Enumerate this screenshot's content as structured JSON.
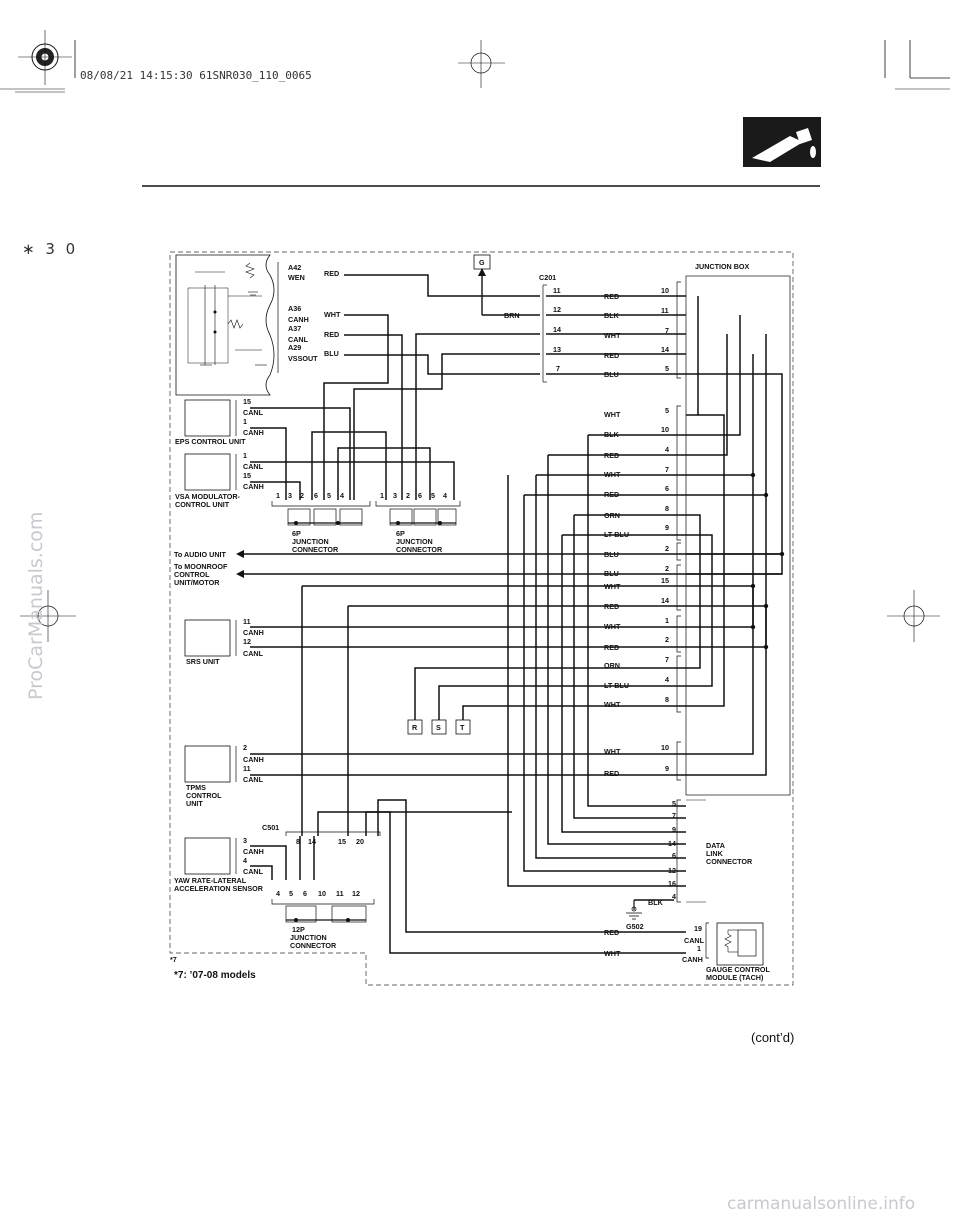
{
  "header": {
    "timestamp_code": "08/08/21 14:15:30 61SNR030_110_0065",
    "page_marker": "∗ 3 0",
    "cont_label": "(cont’d)"
  },
  "watermarks": {
    "side": "ProCarManuals.com",
    "bottom": "carmanualsonline.info"
  },
  "diagram": {
    "footnote_marker": "*7",
    "footnote": "*7: ’07-08 models",
    "components": {
      "eps": "EPS CONTROL UNIT",
      "vsa_1": "VSA MODULATOR-",
      "vsa_2": "CONTROL UNIT",
      "audio": "To AUDIO UNIT",
      "moonroof_1": "To MOONROOF",
      "moonroof_2": "CONTROL",
      "moonroof_3": "UNIT/MOTOR",
      "srs": "SRS UNIT",
      "tpms_1": "TPMS",
      "tpms_2": "CONTROL",
      "tpms_3": "UNIT",
      "yaw_1": "YAW RATE-LATERAL",
      "yaw_2": "ACCELERATION SENSOR",
      "junction_box": "JUNCTION BOX",
      "dlc_1": "DATA",
      "dlc_2": "LINK",
      "dlc_3": "CONNECTOR",
      "gauge_1": "GAUGE CONTROL",
      "gauge_2": "MODULE (TACH)",
      "jc6p_a_1": "6P",
      "jc6p_a_2": "JUNCTION",
      "jc6p_a_3": "CONNECTOR",
      "jc6p_b_1": "6P",
      "jc6p_b_2": "JUNCTION",
      "jc6p_b_3": "CONNECTOR",
      "jc12p_1": "12P",
      "jc12p_2": "JUNCTION",
      "jc12p_3": "CONNECTOR",
      "c201": "C201",
      "c501": "C501",
      "g502": "G502",
      "g_label": "G",
      "r_label": "R",
      "s_label": "S",
      "t_label": "T"
    },
    "pcm_pins": [
      {
        "pin": "A42",
        "name": "WEN",
        "wire": "RED"
      },
      {
        "pin": "A36",
        "name": "CANH",
        "wire": "WHT"
      },
      {
        "pin": "A37",
        "name": "CANL",
        "wire": "RED"
      },
      {
        "pin": "A29",
        "name": "VSSOUT",
        "wire": "BLU"
      }
    ],
    "eps_pins": [
      {
        "pin": "15",
        "name": "CANL"
      },
      {
        "pin": "1",
        "name": "CANH"
      }
    ],
    "vsa_pins": [
      {
        "pin": "1",
        "name": "CANL"
      },
      {
        "pin": "15",
        "name": "CANH"
      }
    ],
    "srs_pins": [
      {
        "pin": "11",
        "name": "CANH"
      },
      {
        "pin": "12",
        "name": "CANL"
      }
    ],
    "tpms_pins": [
      {
        "pin": "2",
        "name": "CANH"
      },
      {
        "pin": "11",
        "name": "CANL"
      }
    ],
    "yaw_pins": [
      {
        "pin": "3",
        "name": "CANH"
      },
      {
        "pin": "4",
        "name": "CANL"
      }
    ],
    "jc6p_pins": [
      "1",
      "3",
      "2",
      "6",
      "5",
      "4"
    ],
    "jc12p_top_pins": [
      "8",
      "14",
      "15",
      "20"
    ],
    "jc12p_bottom_pins": [
      "4",
      "5",
      "6",
      "10",
      "11",
      "12"
    ],
    "c201_pins": [
      "11",
      "12",
      "14",
      "13",
      "7"
    ],
    "c201_wires": [
      "RED",
      "BLK",
      "WHT",
      "RED",
      "BLU"
    ],
    "brn_wire": "BRN",
    "jb_upper_pins": [
      "10",
      "11",
      "7",
      "14",
      "5"
    ],
    "mid_wires": [
      "WHT",
      "BLK",
      "RED",
      "WHT",
      "RED",
      "ORN",
      "LT BLU",
      "BLU",
      "BLU",
      "WHT",
      "RED",
      "WHT",
      "RED",
      "ORN",
      "LT BLU",
      "WHT"
    ],
    "mid_pins": [
      "5",
      "10",
      "4",
      "7",
      "6",
      "8",
      "9",
      "2",
      "2",
      "15",
      "14",
      "1",
      "2",
      "7",
      "4",
      "8"
    ],
    "tpms_jb_wires": [
      "WHT",
      "RED"
    ],
    "tpms_jb_pins": [
      "10",
      "9"
    ],
    "dlc_pins": [
      "5",
      "7",
      "9",
      "14",
      "6",
      "12",
      "16",
      "4"
    ],
    "blk_wire": "BLK",
    "gauge_wires": [
      "RED",
      "WHT"
    ],
    "gauge_pins": [
      "19",
      "1"
    ],
    "gauge_names": [
      "CANL",
      "CANH"
    ]
  }
}
